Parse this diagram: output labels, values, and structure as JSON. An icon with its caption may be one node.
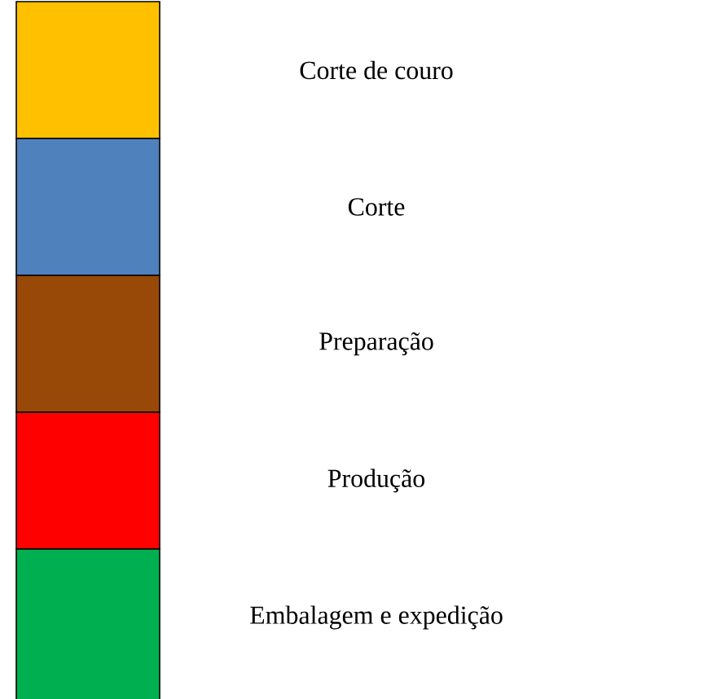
{
  "diagram": {
    "legend": [
      {
        "text": "Corte de couro",
        "color": "#ffc000"
      },
      {
        "text": "Corte",
        "color": "#4f81bd"
      },
      {
        "text": "Preparação",
        "color": "#984807"
      },
      {
        "text": "Produção",
        "color": "#ff0000"
      },
      {
        "text": "Embalagem e expedição",
        "color": "#00b050"
      }
    ]
  }
}
